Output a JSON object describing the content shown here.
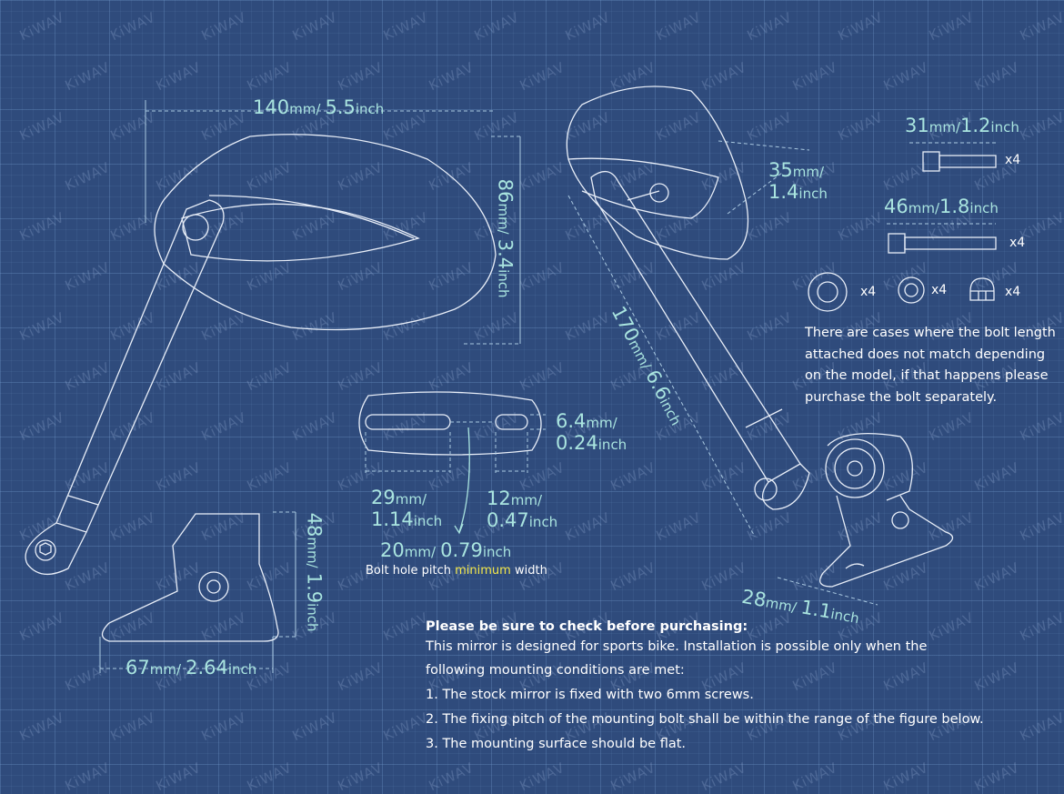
{
  "watermark": "KiWAV",
  "colors": {
    "background": "#2f4b7c",
    "dimension_text": "#a9e4df",
    "highlight": "#f4e84a",
    "line": "#e8eef8"
  },
  "units": {
    "mm": "mm/",
    "inch": "inch"
  },
  "dimensions": {
    "width_top": {
      "mm": "140",
      "inch": "5.5"
    },
    "height_head": {
      "mm": "86",
      "inch": "3.4"
    },
    "depth": {
      "mm": "35",
      "inch": "1.4"
    },
    "arm_length": {
      "mm": "170",
      "inch": "6.6"
    },
    "base_height": {
      "mm": "48",
      "inch": "1.9"
    },
    "base_width": {
      "mm": "67",
      "inch": "2.64"
    },
    "base_depth": {
      "mm": "28",
      "inch": "1.1"
    },
    "slot_height": {
      "mm": "6.4",
      "inch": "0.24"
    },
    "slot_long": {
      "mm": "29",
      "inch": "1.14"
    },
    "slot_short": {
      "mm": "12",
      "inch": "0.47"
    },
    "pitch": {
      "mm": "20",
      "inch": "0.79"
    },
    "bolt_short": {
      "mm": "31",
      "inch": "1.2"
    },
    "bolt_long": {
      "mm": "46",
      "inch": "1.8"
    }
  },
  "pitch_caption": {
    "before": "Bolt hole pitch ",
    "highlight": "minimum",
    "after": " width"
  },
  "quantities": {
    "bolt_short": "x4",
    "bolt_long": "x4",
    "washer_large": "x4",
    "washer_small": "x4",
    "cap_nut": "x4"
  },
  "bolt_note": [
    "There are cases where the bolt length",
    "attached does not match depending",
    "on the model, if that happens please",
    "purchase the bolt separately."
  ],
  "notice": {
    "title": "Please be sure to check before purchasing:",
    "lines": [
      "This mirror is designed for sports bike. Installation is possible only when the",
      "following mounting conditions are met:"
    ],
    "conditions": [
      "1. The stock mirror is fixed with two 6mm screws.",
      "2. The fixing pitch of the mounting bolt shall be within the range of the figure below.",
      "3. The mounting surface should be flat."
    ]
  }
}
